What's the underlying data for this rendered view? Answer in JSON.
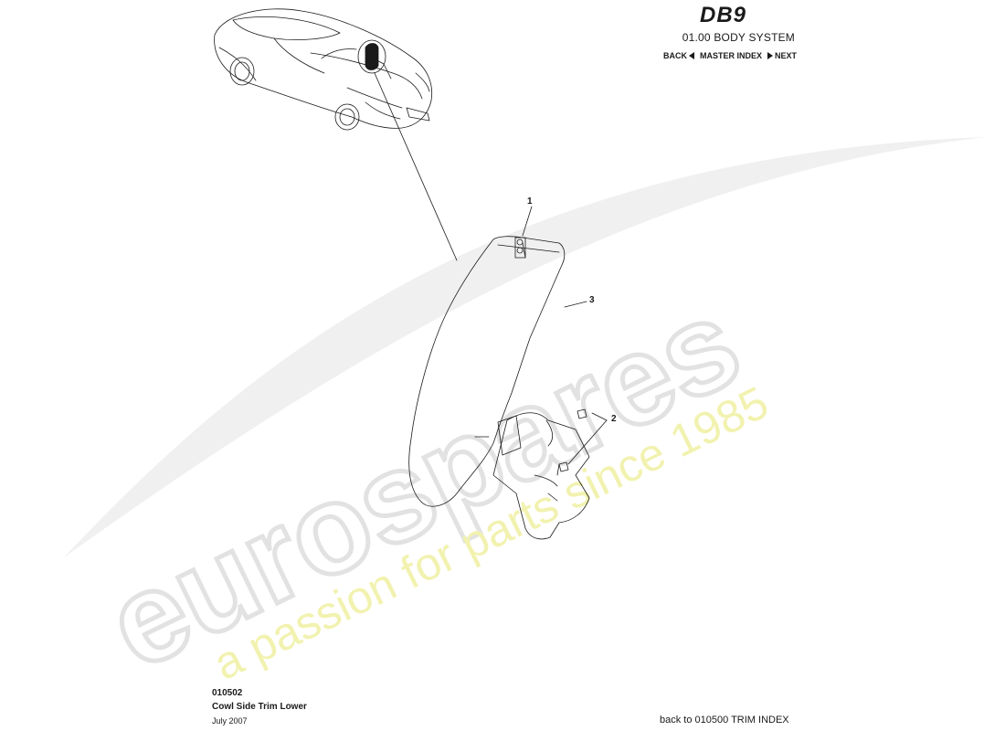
{
  "header": {
    "model_logo": "DB9",
    "system_title": "01.00 BODY SYSTEM",
    "nav": {
      "back": "BACK",
      "master_index": "MASTER INDEX",
      "next": "NEXT"
    }
  },
  "footer": {
    "doc_number": "010502",
    "doc_name": "Cowl Side Trim Lower",
    "doc_date": "July 2007",
    "back_link": "back to 010500 TRIM INDEX"
  },
  "callouts": [
    "1",
    "2",
    "3"
  ],
  "watermark": {
    "brand": "eurospares",
    "tagline": "a passion for parts since 1985"
  },
  "colors": {
    "line": "#1a1a1a",
    "watermark_grey": "#e8e8e8",
    "watermark_yellow": "#f2f2b0"
  }
}
